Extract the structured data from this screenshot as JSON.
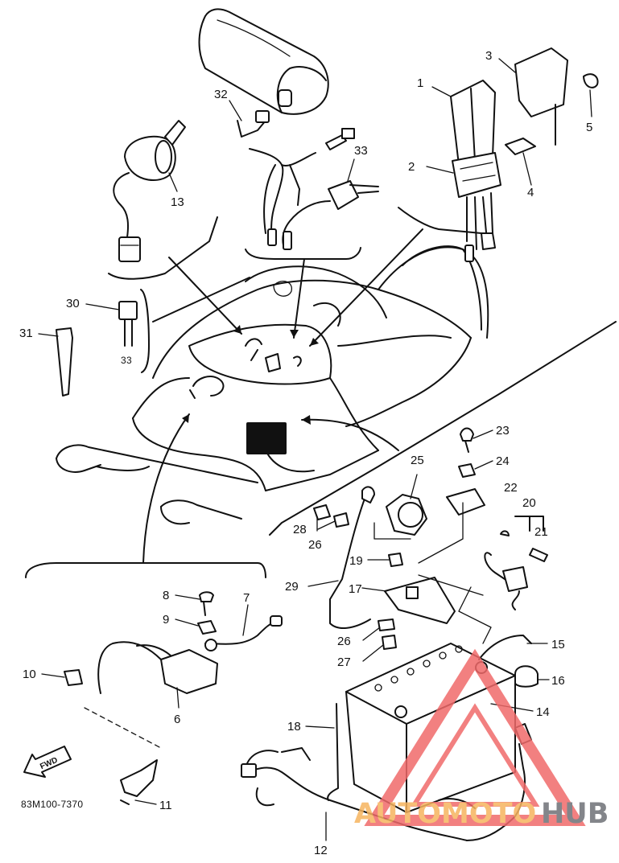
{
  "diagram": {
    "part_numbers": [
      "1",
      "2",
      "3",
      "4",
      "5",
      "6",
      "7",
      "8",
      "9",
      "10",
      "11",
      "12",
      "13",
      "14",
      "15",
      "16",
      "17",
      "18",
      "19",
      "20",
      "21",
      "22",
      "23",
      "24",
      "25",
      "26",
      "26",
      "27",
      "28",
      "29",
      "30",
      "31",
      "32",
      "33"
    ],
    "drawing_code": "83M100-7370",
    "fwd_label": "FWD",
    "connector_note": "33"
  },
  "watermark": {
    "text_orange": "AUTOMOTO",
    "text_dark": "HUB",
    "colors": {
      "orange": "#f6b45f",
      "dark": "#6e7076",
      "triangle": "#f06a6a"
    }
  }
}
